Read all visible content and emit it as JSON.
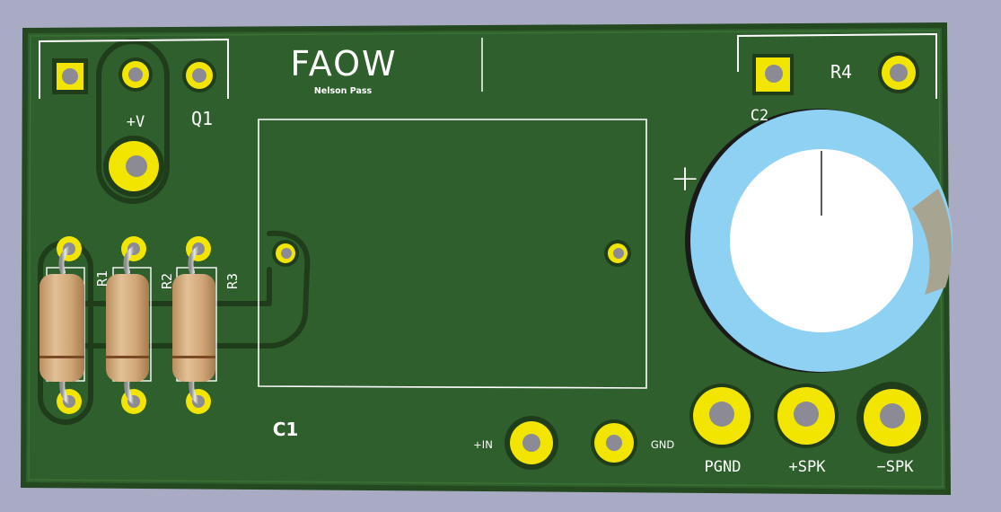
{
  "board": {
    "title": "FAOW",
    "author": "Nelson Pass"
  },
  "silkscreen": {
    "q1": "Q1",
    "plus_v": "+V",
    "r1": "R1",
    "r2": "R2",
    "r3": "R3",
    "r4": "R4",
    "c1": "C1",
    "c2": "C2",
    "c2_polarity": "+",
    "in": "+IN",
    "gnd": "GND",
    "pgnd": "PGND",
    "spk_plus": "+SPK",
    "spk_minus": "−SPK"
  },
  "colors": {
    "background": "#a9aac4",
    "board": "#2f5f2c",
    "board_edge": "#24481f",
    "copper_outline": "#1f3d1b",
    "pad": "#f2e600",
    "drill": "#8c8a95",
    "silk": "#ffffff",
    "resistor_body": "#d2a87c",
    "cap_sleeve": "#8fd1f2",
    "cap_top": "#ffffff",
    "cap_stripe": "#a8a492"
  }
}
